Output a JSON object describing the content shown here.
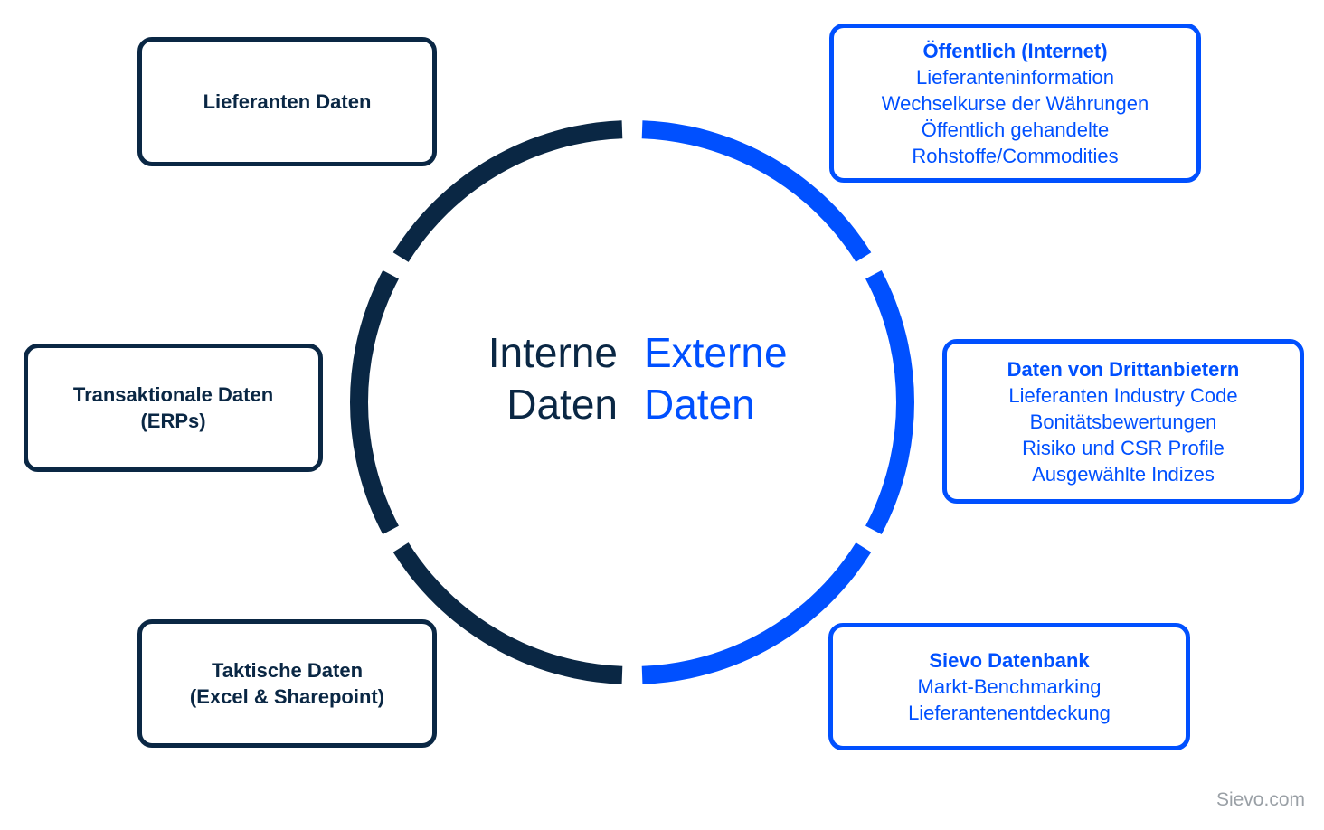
{
  "colors": {
    "internal": "#0a2744",
    "external": "#0050ff"
  },
  "center": {
    "internal": [
      "Interne",
      "Daten"
    ],
    "external": [
      "Externe",
      "Daten"
    ]
  },
  "internal_boxes": [
    {
      "lines": [
        "Lieferanten Daten"
      ]
    },
    {
      "lines": [
        "Transaktionale Daten",
        "(ERPs)"
      ]
    },
    {
      "lines": [
        "Taktische Daten",
        "(Excel & Sharepoint)"
      ]
    }
  ],
  "external_boxes": [
    {
      "title": "Öffentlich (Internet)",
      "lines": [
        "Lieferanteninformation",
        "Wechselkurse der Währungen",
        "Öffentlich gehandelte",
        "Rohstoffe/Commodities"
      ]
    },
    {
      "title": "Daten von Drittanbietern",
      "lines": [
        "Lieferanten Industry Code",
        "Bonitätsbewertungen",
        "Risiko und CSR Profile",
        "Ausgewählte Indizes"
      ]
    },
    {
      "title": "Sievo Datenbank",
      "lines": [
        "Markt-Benchmarking",
        "Lieferantenentdeckung"
      ]
    }
  ],
  "brand": "Sievo.com"
}
